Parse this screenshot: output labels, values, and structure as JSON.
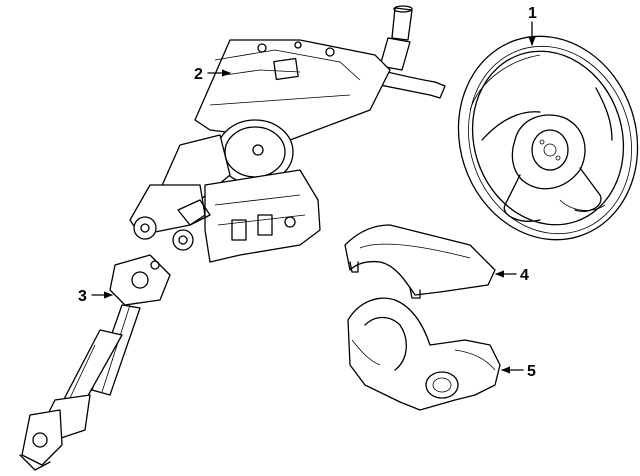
{
  "diagram": {
    "callouts": [
      {
        "id": 1,
        "label": "1",
        "part": "steering-wheel"
      },
      {
        "id": 2,
        "label": "2",
        "part": "steering-column"
      },
      {
        "id": 3,
        "label": "3",
        "part": "intermediate-shaft"
      },
      {
        "id": 4,
        "label": "4",
        "part": "upper-column-cover"
      },
      {
        "id": 5,
        "label": "5",
        "part": "lower-column-cover"
      }
    ],
    "line_color": "#000000",
    "background": "#ffffff"
  }
}
